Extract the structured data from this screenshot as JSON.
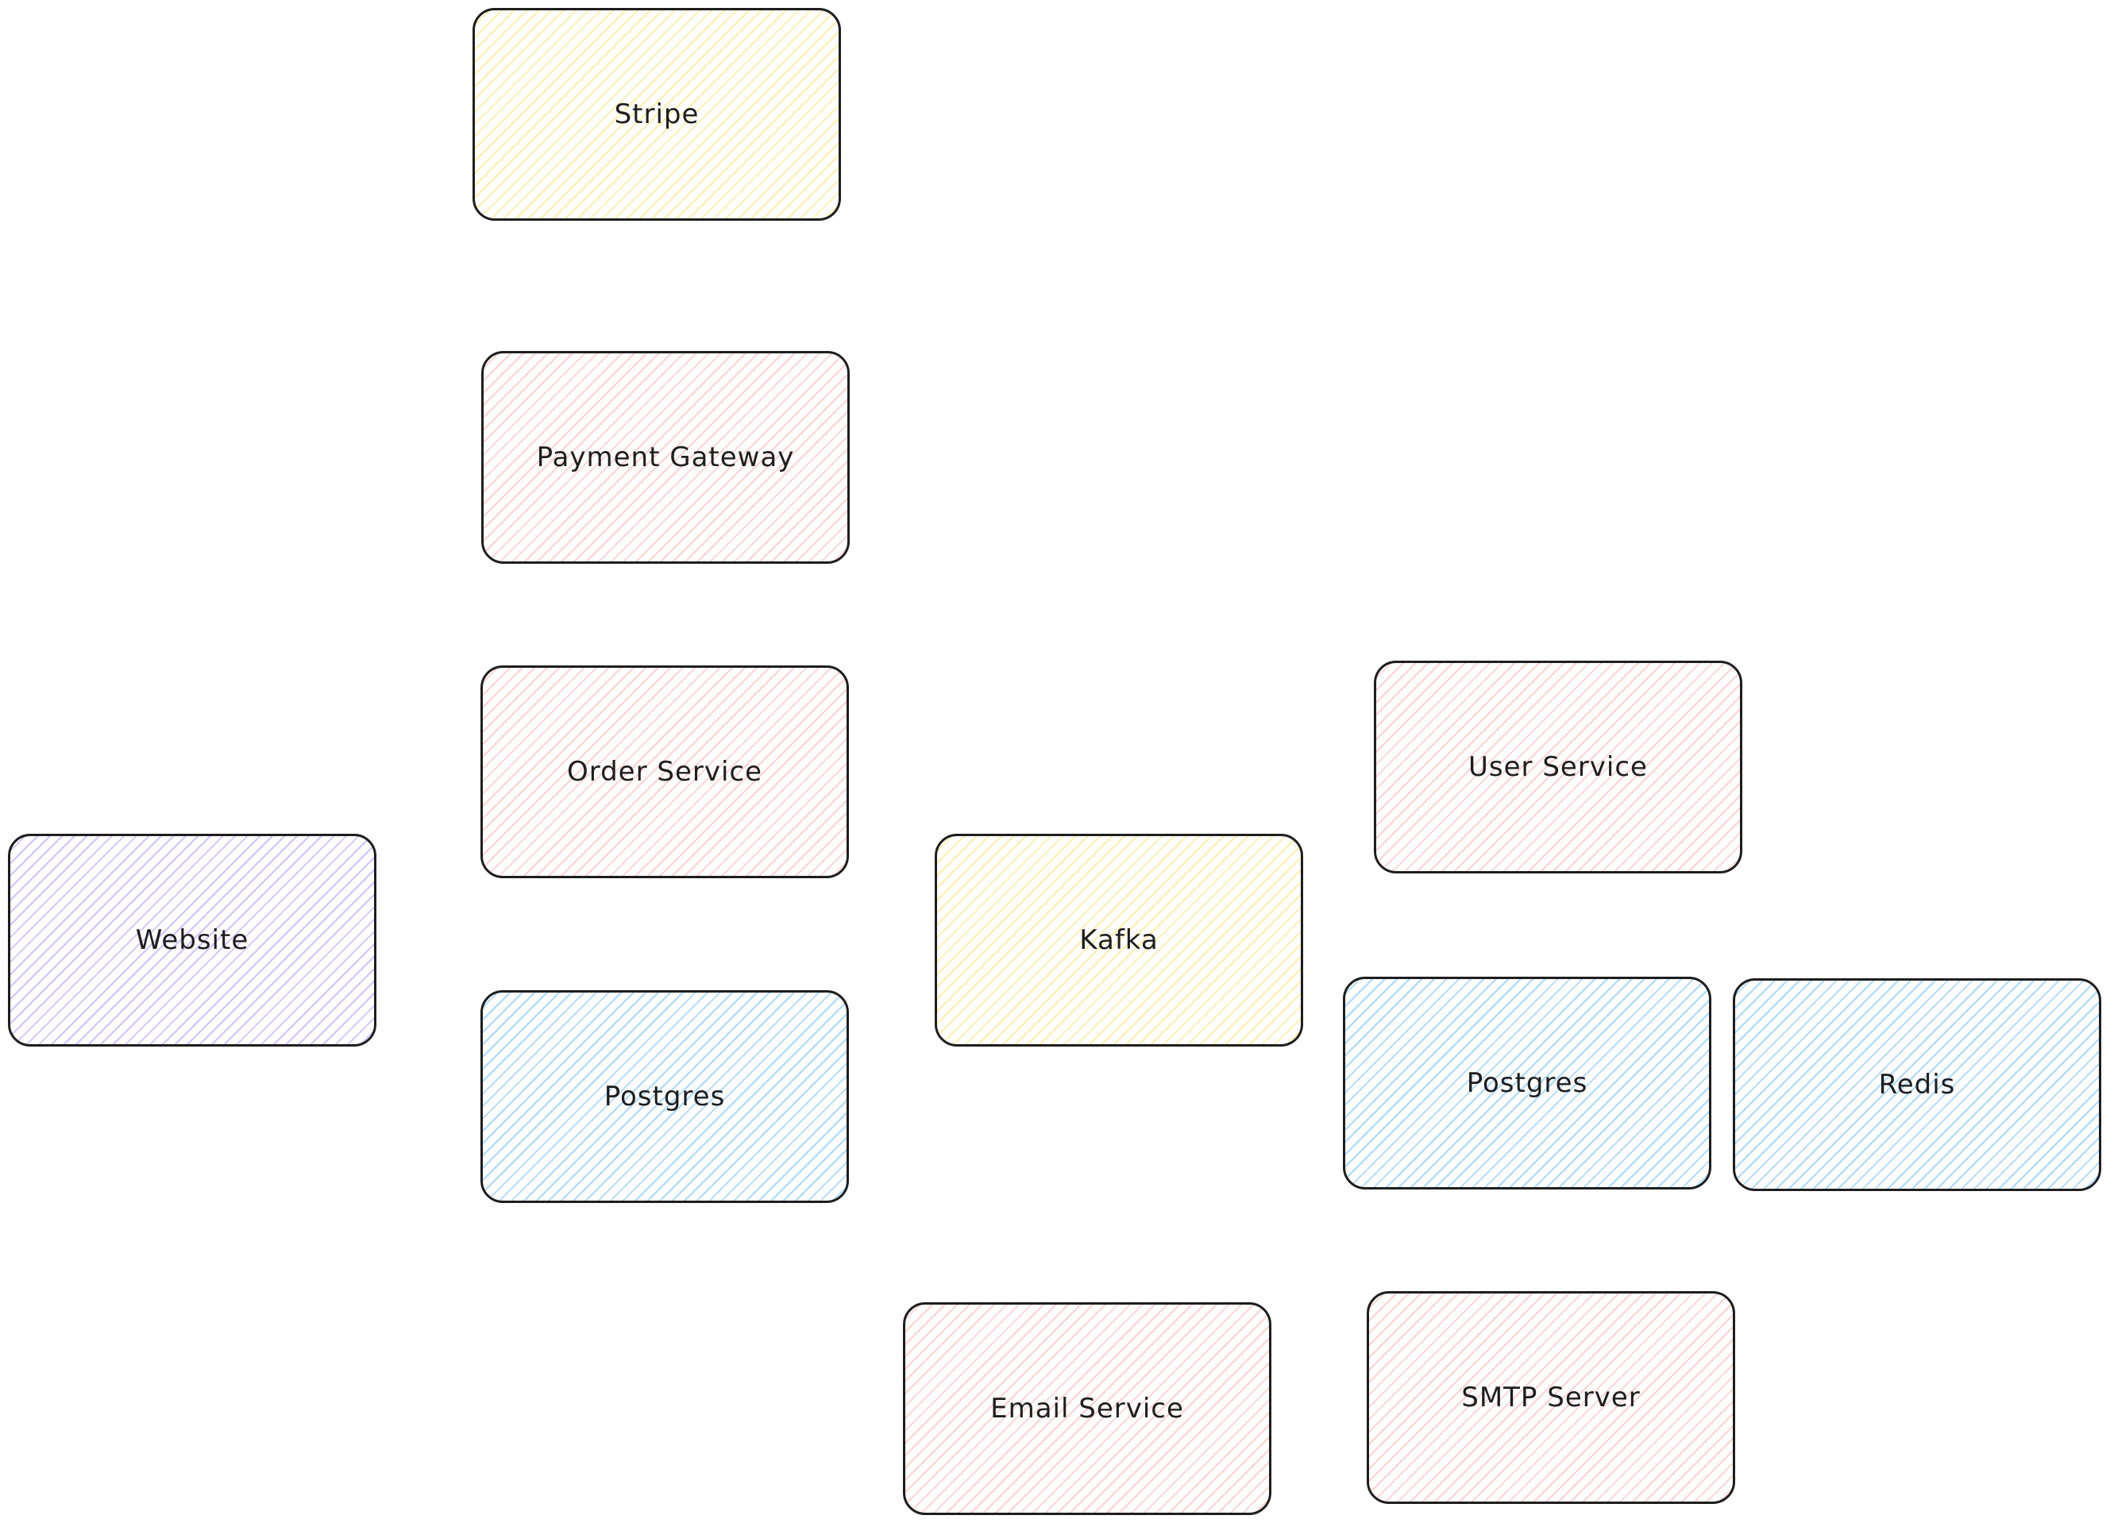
{
  "canvas": {
    "background": "#ffffff",
    "stroke_color": "#1e1e1e"
  },
  "nodes": [
    {
      "id": "stripe",
      "label": "Stripe",
      "fill": "yellow"
    },
    {
      "id": "payment-gateway",
      "label": "Payment Gateway",
      "fill": "red"
    },
    {
      "id": "order-service",
      "label": "Order Service",
      "fill": "red"
    },
    {
      "id": "website",
      "label": "Website",
      "fill": "violet"
    },
    {
      "id": "postgres-orders",
      "label": "Postgres",
      "fill": "blue"
    },
    {
      "id": "kafka",
      "label": "Kafka",
      "fill": "yellow"
    },
    {
      "id": "user-service",
      "label": "User Service",
      "fill": "red"
    },
    {
      "id": "postgres-users",
      "label": "Postgres",
      "fill": "blue"
    },
    {
      "id": "redis",
      "label": "Redis",
      "fill": "blue"
    },
    {
      "id": "email-service",
      "label": "Email Service",
      "fill": "red"
    },
    {
      "id": "smtp-server",
      "label": "SMTP Server",
      "fill": "red"
    }
  ],
  "fill_colors": {
    "yellow": "#ffec99",
    "red": "#ffc9c9",
    "violet": "#d0bfff",
    "blue": "#a5d8ff"
  }
}
